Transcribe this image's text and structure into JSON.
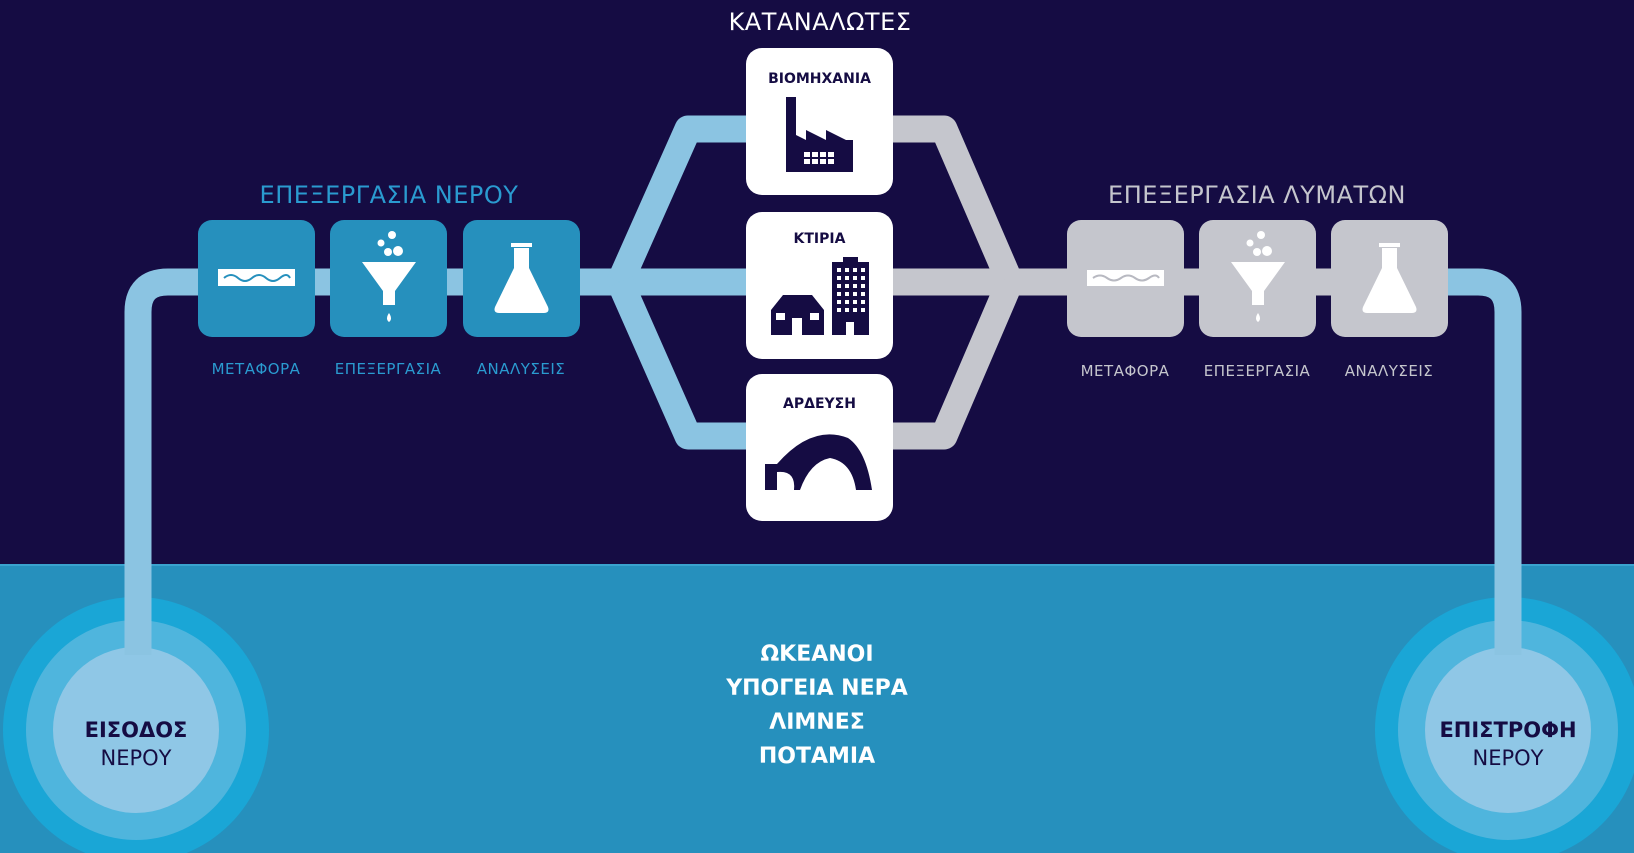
{
  "consumers": {
    "title": "ΚΑΤΑΝΑΛΩΤΕΣ",
    "items": [
      {
        "label": "ΒΙΟΜΗΧΑΝΙΑ",
        "icon": "factory-icon"
      },
      {
        "label": "ΚΤΙΡΙΑ",
        "icon": "buildings-icon"
      },
      {
        "label": "ΑΡΔΕΥΣΗ",
        "icon": "irrigation-icon"
      }
    ]
  },
  "water_treatment": {
    "title": "ΕΠΕΞΕΡΓΑΣΙΑ ΝΕΡΟΥ",
    "steps": [
      {
        "label": "ΜΕΤΑΦΟΡΑ",
        "icon": "pipe-wave-icon"
      },
      {
        "label": "ΕΠΕΞΕΡΓΑΣΙΑ",
        "icon": "funnel-icon"
      },
      {
        "label": "ΑΝΑΛΥΣΕΙΣ",
        "icon": "flask-icon"
      }
    ]
  },
  "wastewater_treatment": {
    "title": "ΕΠΕΞΕΡΓΑΣΙΑ ΛΥΜΑΤΩΝ",
    "steps": [
      {
        "label": "ΜΕΤΑΦΟΡΑ",
        "icon": "pipe-wave-icon"
      },
      {
        "label": "ΕΠΕΞΕΡΓΑΣΙΑ",
        "icon": "funnel-icon"
      },
      {
        "label": "ΑΝΑΛΥΣΕΙΣ",
        "icon": "flask-icon"
      }
    ]
  },
  "water_bodies": [
    "ΩΚΕΑΝΟΙ",
    "ΥΠΟΓΕΙΑ ΝΕΡΑ",
    "ΛΙΜΝΕΣ",
    "ΠΟΤΑΜΙΑ"
  ],
  "intake": {
    "line1": "ΕΙΣΟΔΟΣ",
    "line2": "ΝΕΡΟΥ"
  },
  "return": {
    "line1": "ΕΠΙΣΤΡΟΦΗ",
    "line2": "ΝΕΡΟΥ"
  },
  "colors": {
    "background": "#150c43",
    "water": "#2690bd",
    "pipe_clean": "#8bc4e2",
    "pipe_used": "#c5c6cd",
    "box_clean": "#2690bd",
    "box_used": "#c5c6cd",
    "title_clean": "#2a9bd0",
    "title_used": "#c5c6cd"
  }
}
